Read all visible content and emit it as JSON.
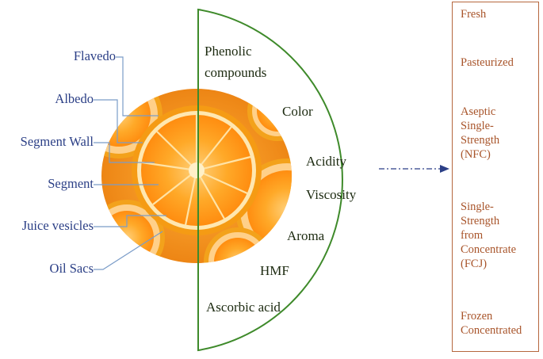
{
  "diagram": {
    "fruit_parts": [
      "Flavedo",
      "Albedo",
      "Segment Wall",
      "Segment",
      "Juice vesicles",
      "Oil Sacs"
    ],
    "quality_attributes": [
      "Phenolic compounds",
      "Color",
      "Acidity",
      "Viscosity",
      "Aroma",
      "HMF",
      "Ascorbic acid"
    ],
    "products": [
      {
        "lines": [
          "Fresh"
        ]
      },
      {
        "lines": [
          "Pasteurized"
        ]
      },
      {
        "lines": [
          "Aseptic",
          "Single-",
          "Strength",
          "(NFC)"
        ]
      },
      {
        "lines": [
          "Single-",
          "Strength",
          "from",
          "Concentrate",
          "(FCJ)"
        ]
      },
      {
        "lines": [
          "Frozen",
          "Concentrated"
        ]
      }
    ],
    "colors": {
      "part_label": "#2b3f86",
      "leader_line": "#7a9cc8",
      "semicircle": "#3e8a2a",
      "product_box": "#b5673e",
      "product_text": "#a8542a",
      "arrow": "#2b3f86",
      "orange_peel": "#f3a21b",
      "orange_pulp": "#ff9a1e"
    }
  }
}
